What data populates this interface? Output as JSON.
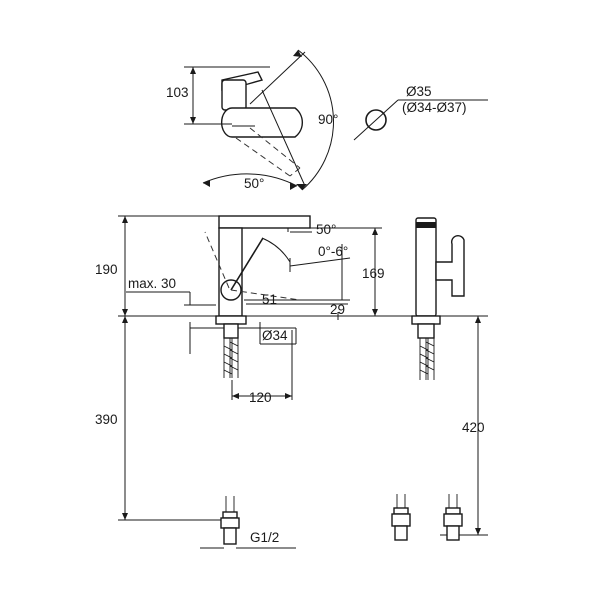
{
  "dimensions": {
    "top_height": "103",
    "handle_swing": "90°",
    "aerator_diameter": "Ø35",
    "aerator_range": "(Ø34-Ø37)",
    "spout_angle_top": "50°",
    "lever_angle": "50°",
    "tilt_range": "0°-6°",
    "height_total": "190",
    "spout_height": "169",
    "max_deck": "max. 30",
    "lever_offset": "51",
    "base_to_spout": "29",
    "shank_diameter": "Ø34",
    "projection": "120",
    "hose_length_left": "390",
    "hose_length_right": "420",
    "thread": "G1/2"
  }
}
